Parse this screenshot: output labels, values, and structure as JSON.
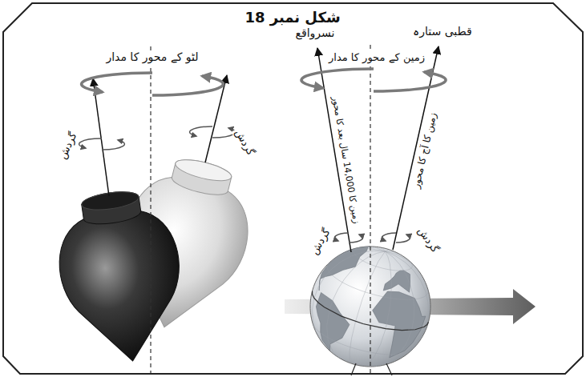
{
  "diagram": {
    "title": "شکل نمبر 18",
    "labels": [
      "لٹو کے محور کا مدار",
      "گردش",
      "گردش",
      "نسرواقع",
      "زمین کے محور کا مدار",
      "قطبی ستارہ",
      "زمین کا 14,000 سال بعد کا محور",
      "زمین کا آج کا محور",
      "گردش",
      "گردش"
    ]
  }
}
